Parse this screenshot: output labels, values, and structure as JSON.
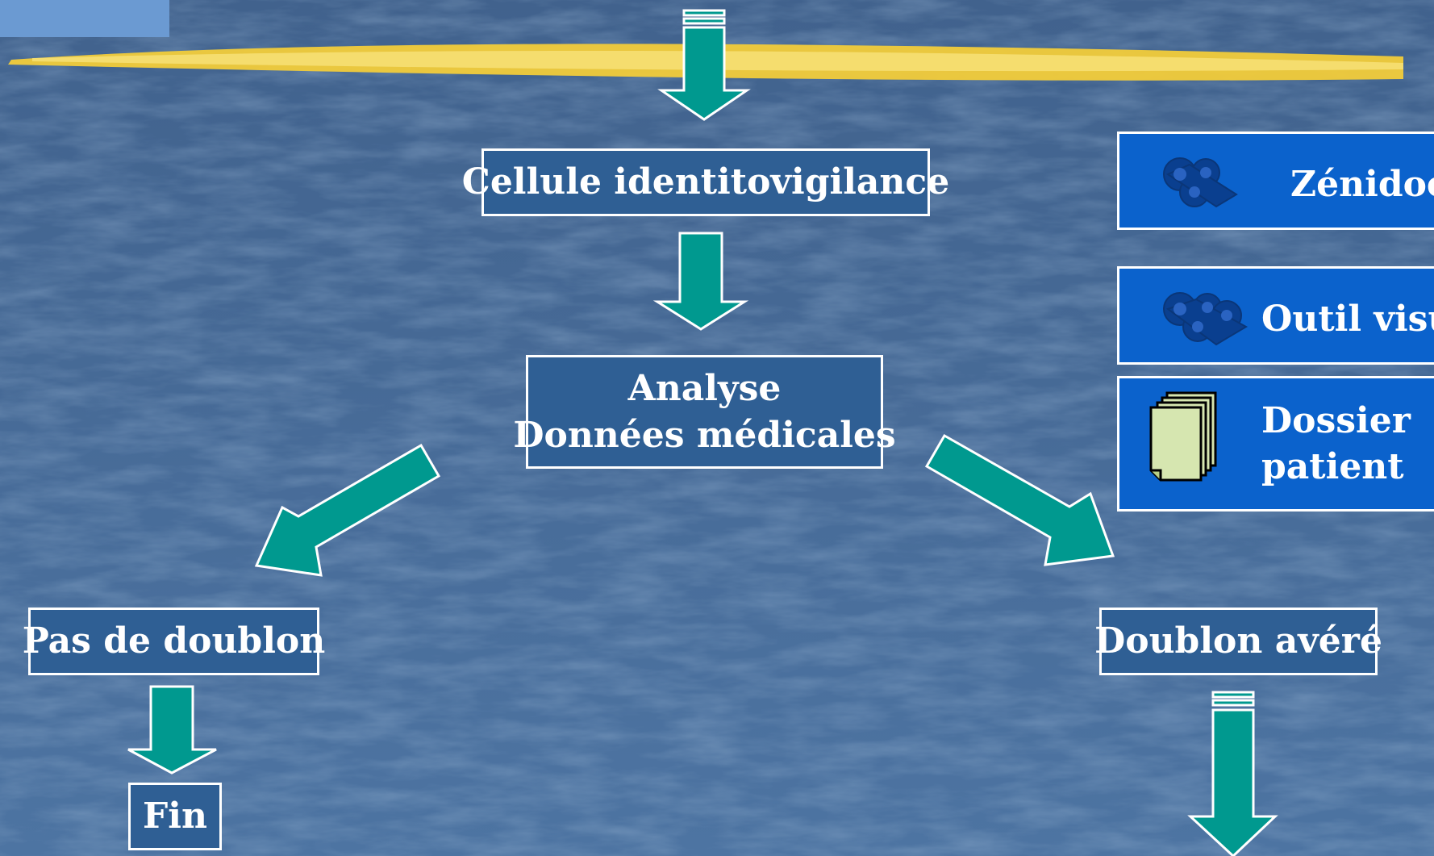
{
  "diagram": {
    "nodes": {
      "cellule": "Cellule identitovigilance",
      "analyse_line1": "Analyse",
      "analyse_line2": "Données médicales",
      "pas_doublon": "Pas de doublon",
      "fin": "Fin",
      "doublon_avere": "Doublon avéré"
    },
    "tools": {
      "zenidoc": "Zénidoc",
      "outil_visu": "Outil visu",
      "dossier_line1": "Dossier",
      "dossier_line2": "patient"
    }
  },
  "colors": {
    "background": "#4a6f9c",
    "box_fill": "#2f5f94",
    "tool_fill": "#0b62cc",
    "arrow_fill": "#00998f",
    "highlight_stroke": "#f2cc3a"
  },
  "icons": [
    "gears-icon",
    "gears-icon",
    "documents-icon"
  ]
}
